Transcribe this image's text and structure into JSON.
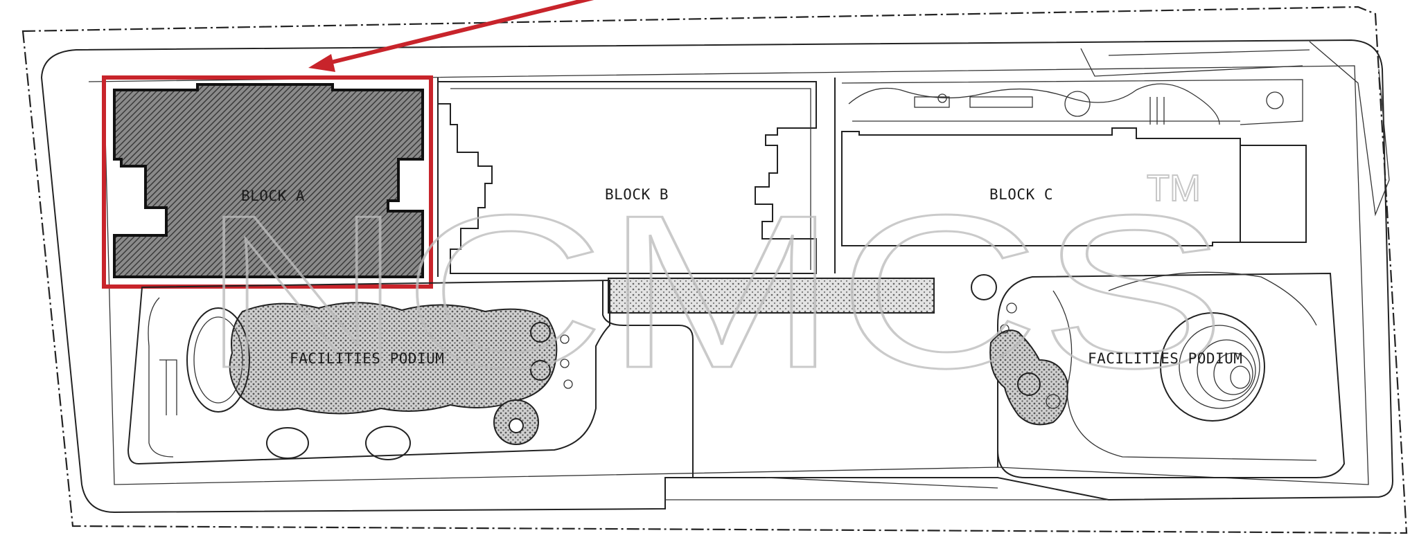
{
  "labels": {
    "block_a": "BLOCK A",
    "block_b": "BLOCK B",
    "block_c": "BLOCK C",
    "podium_left": "FACILITIES PODIUM",
    "podium_right": "FACILITIES PODIUM"
  },
  "watermark": {
    "text": "NCMCS",
    "trademark": "TM"
  },
  "colors": {
    "highlight": "#c8242b",
    "line": "#222222",
    "hatch": "#555555"
  }
}
